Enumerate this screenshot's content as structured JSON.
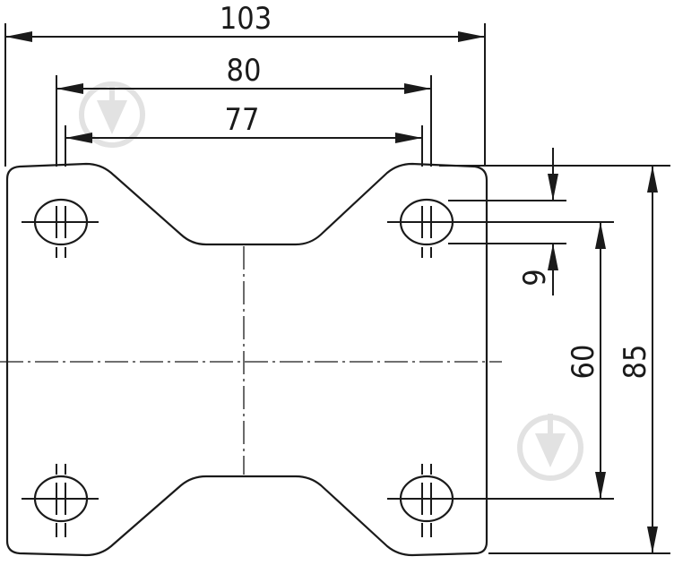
{
  "dimensions": {
    "overall_width": "103",
    "hole_spacing_outer": "80",
    "hole_spacing_inner": "77",
    "slot_width": "9",
    "hole_spacing_vertical": "60",
    "overall_height": "85"
  },
  "colors": {
    "line": "#1a1a1a",
    "watermark": "#e2e2e2",
    "background": "#ffffff"
  },
  "watermark_icon": "downward-arrow-circle-logo"
}
